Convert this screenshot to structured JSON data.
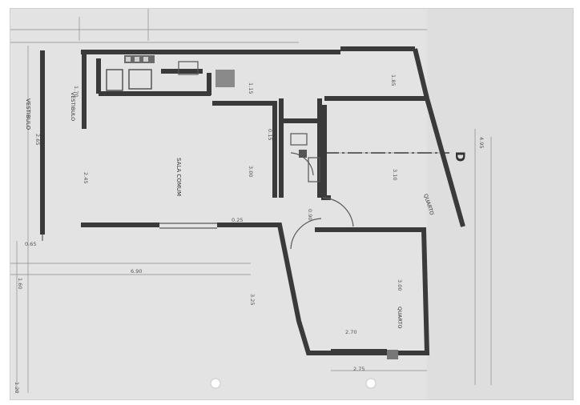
{
  "plan": {
    "rooms": {
      "vestibulo_outer": "VESTIBULO",
      "vestibulo_inner": "VESTIBULO",
      "sala_comum": "SALA COMUM",
      "quarto_top": "QUARTO",
      "quarto_bottom": "QUARTO"
    },
    "marker": "D",
    "dimensions": {
      "d_2_65": "2.65",
      "d_1_70": "1.70",
      "d_2_45": "2.45",
      "d_3_00a": "3.00",
      "d_1_15": "1.15",
      "d_0_15": "0.15",
      "d_3_10": "3.10",
      "d_1_85": "1.85",
      "d_4_95": "4.95",
      "d_0_90": "0.90",
      "d_3_25": "3.25",
      "d_3_00b": "3.00",
      "d_2_70": "2.70",
      "d_2_75": "2.75",
      "d_6_90": "6.90",
      "d_0_25": "0.25",
      "d_1_60": "1.60",
      "d_0_65": "0.65",
      "d_1_20": "1.20"
    }
  }
}
